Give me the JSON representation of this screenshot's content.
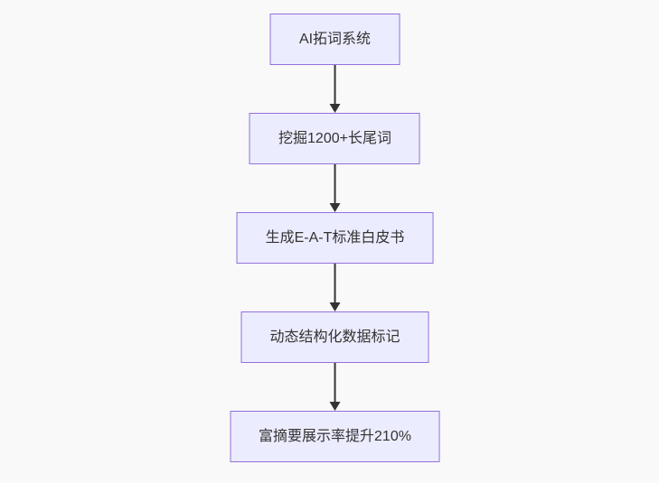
{
  "flowchart": {
    "type": "vertical-flowchart",
    "background": "#f9f9f9",
    "node_fill": "#ECECFF",
    "node_border": "#9370DB",
    "arrow_color": "#333333",
    "text_color": "#333333",
    "nodes": [
      {
        "label": "AI拓词系统"
      },
      {
        "label": "挖掘1200+长尾词"
      },
      {
        "label": "生成E-A-T标准白皮书"
      },
      {
        "label": "动态结构化数据标记"
      },
      {
        "label": "富摘要展示率提升210%"
      }
    ]
  }
}
